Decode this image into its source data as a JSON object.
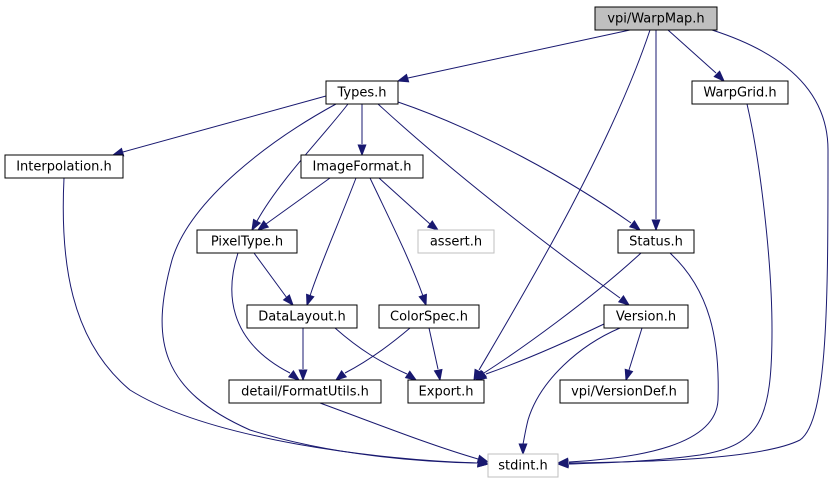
{
  "colors": {
    "edge": "#191970",
    "node_border": "#000000",
    "node_border_system": "#bfbfbf",
    "node_fill": "#ffffff",
    "root_fill": "#bfbfbf",
    "text": "#000000"
  },
  "nodes": [
    {
      "id": "warpmap",
      "label": "vpi/WarpMap.h",
      "kind": "root"
    },
    {
      "id": "types",
      "label": "Types.h",
      "kind": "local"
    },
    {
      "id": "warpgrid",
      "label": "WarpGrid.h",
      "kind": "local"
    },
    {
      "id": "interpolation",
      "label": "Interpolation.h",
      "kind": "local"
    },
    {
      "id": "imageformat",
      "label": "ImageFormat.h",
      "kind": "local"
    },
    {
      "id": "pixeltype",
      "label": "PixelType.h",
      "kind": "local"
    },
    {
      "id": "assert",
      "label": "assert.h",
      "kind": "system"
    },
    {
      "id": "status",
      "label": "Status.h",
      "kind": "local"
    },
    {
      "id": "datalayout",
      "label": "DataLayout.h",
      "kind": "local"
    },
    {
      "id": "colorspec",
      "label": "ColorSpec.h",
      "kind": "local"
    },
    {
      "id": "version",
      "label": "Version.h",
      "kind": "local"
    },
    {
      "id": "formatutils",
      "label": "detail/FormatUtils.h",
      "kind": "local"
    },
    {
      "id": "export",
      "label": "Export.h",
      "kind": "local"
    },
    {
      "id": "versiondef",
      "label": "vpi/VersionDef.h",
      "kind": "local"
    },
    {
      "id": "stdint",
      "label": "stdint.h",
      "kind": "system"
    }
  ],
  "edges": [
    {
      "from": "warpmap",
      "to": "types"
    },
    {
      "from": "warpmap",
      "to": "export"
    },
    {
      "from": "warpmap",
      "to": "status"
    },
    {
      "from": "warpmap",
      "to": "warpgrid"
    },
    {
      "from": "warpmap",
      "to": "stdint"
    },
    {
      "from": "types",
      "to": "interpolation"
    },
    {
      "from": "types",
      "to": "imageformat"
    },
    {
      "from": "types",
      "to": "pixeltype"
    },
    {
      "from": "types",
      "to": "stdint"
    },
    {
      "from": "types",
      "to": "status"
    },
    {
      "from": "types",
      "to": "version"
    },
    {
      "from": "warpgrid",
      "to": "stdint"
    },
    {
      "from": "interpolation",
      "to": "stdint"
    },
    {
      "from": "imageformat",
      "to": "pixeltype"
    },
    {
      "from": "imageformat",
      "to": "assert"
    },
    {
      "from": "imageformat",
      "to": "datalayout"
    },
    {
      "from": "imageformat",
      "to": "colorspec"
    },
    {
      "from": "pixeltype",
      "to": "datalayout"
    },
    {
      "from": "pixeltype",
      "to": "formatutils"
    },
    {
      "from": "status",
      "to": "export"
    },
    {
      "from": "status",
      "to": "stdint"
    },
    {
      "from": "datalayout",
      "to": "formatutils"
    },
    {
      "from": "datalayout",
      "to": "export"
    },
    {
      "from": "colorspec",
      "to": "formatutils"
    },
    {
      "from": "colorspec",
      "to": "export"
    },
    {
      "from": "version",
      "to": "export"
    },
    {
      "from": "version",
      "to": "versiondef"
    },
    {
      "from": "version",
      "to": "stdint"
    },
    {
      "from": "formatutils",
      "to": "stdint"
    }
  ]
}
